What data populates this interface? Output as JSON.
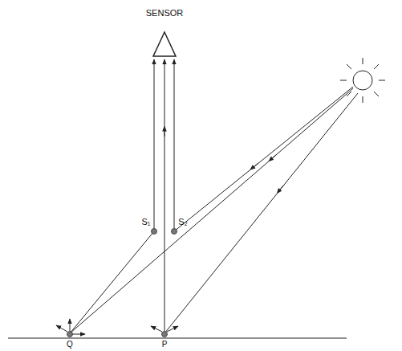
{
  "diagram": {
    "labels": [
      "SENSOR",
      "S₁",
      "S₂",
      "Q",
      "P"
    ]
  }
}
